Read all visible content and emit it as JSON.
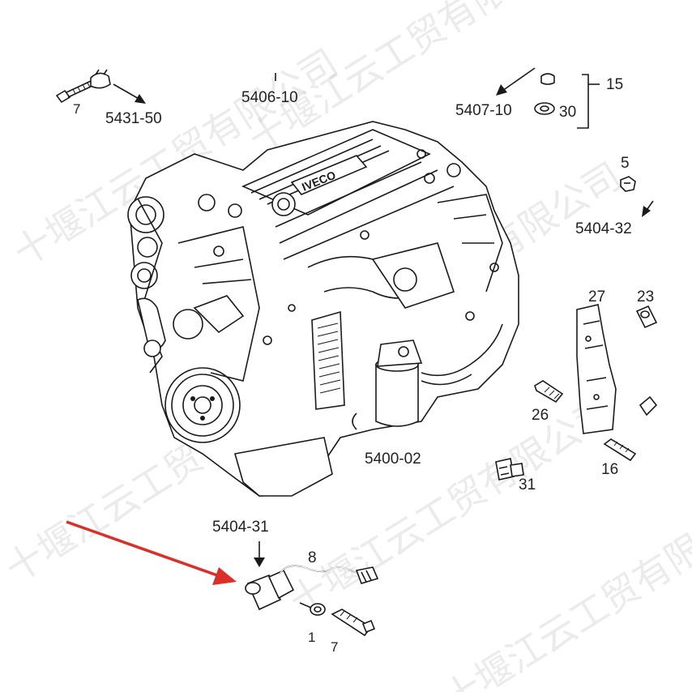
{
  "diagram": {
    "labels": {
      "l7_top": "7",
      "l5431_50": "5431-50",
      "l5406_10": "5406-10",
      "l5407_10": "5407-10",
      "l30": "30",
      "l15": "15",
      "l5": "5",
      "l5404_32": "5404-32",
      "l27": "27",
      "l23": "23",
      "l26": "26",
      "l16": "16",
      "l31": "31",
      "l5400_02": "5400-02",
      "l5404_31": "5404-31",
      "l8": "8",
      "l1": "1",
      "l7_bottom": "7",
      "engine_brand": "IVECO"
    },
    "watermark_text": "十堰江云工贸有限公司",
    "colors": {
      "line": "#1a1a1a",
      "highlight_arrow": "#d9302a",
      "watermark": "#c8c8c8"
    }
  }
}
